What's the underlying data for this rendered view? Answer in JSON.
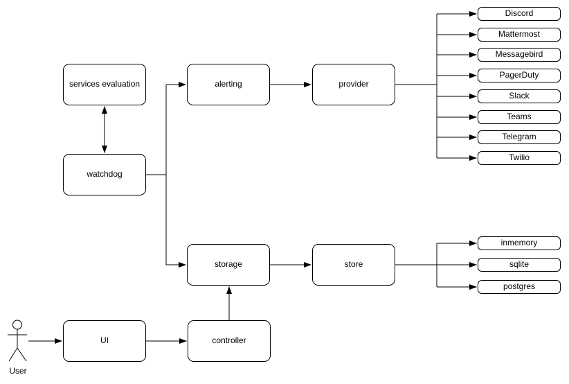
{
  "diagram": {
    "nodes": {
      "services_evaluation": {
        "label": "services evaluation"
      },
      "watchdog": {
        "label": "watchdog"
      },
      "alerting": {
        "label": "alerting"
      },
      "provider": {
        "label": "provider"
      },
      "storage": {
        "label": "storage"
      },
      "store": {
        "label": "store"
      },
      "ui": {
        "label": "UI"
      },
      "controller": {
        "label": "controller"
      }
    },
    "providers": [
      "Discord",
      "Mattermost",
      "Messagebird",
      "PagerDuty",
      "Slack",
      "Teams",
      "Telegram",
      "Twilio"
    ],
    "stores": [
      "inmemory",
      "sqlite",
      "postgres"
    ],
    "actor": {
      "label": "User"
    },
    "colors": {
      "stroke": "#000000",
      "node_fill": "#ffffff",
      "background": "#ffffff",
      "text": "#000000"
    }
  }
}
